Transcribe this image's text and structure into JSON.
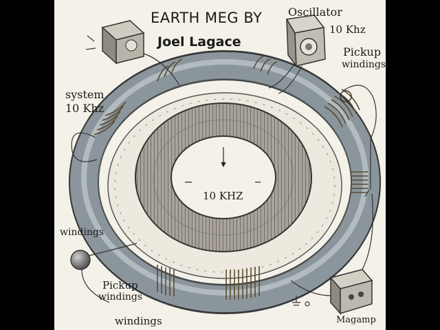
{
  "diagram": {
    "title_line1": "EARTH MEG BY",
    "title_line2": "Joel Lagace",
    "labels": {
      "oscillator": "Oscillator",
      "oscillator_freq": "10 Khz",
      "pickup_top_1": "Pickup",
      "pickup_top_2": "windings",
      "system_1": "system",
      "system_2": "10 Khz",
      "center_freq": "10 KHZ",
      "windings_left": "windings",
      "pickup_bottom_1": "Pickup",
      "pickup_bottom_2": "windings",
      "windings_bottom": "windings",
      "magamp": "Magamp"
    },
    "components": [
      "outer-toroid-ring",
      "inner-toroid-coil",
      "oscillator-box",
      "magamp-box",
      "top-left-device",
      "ground-ball"
    ],
    "colors": {
      "background": "#f4f1e8",
      "frame": "#000000",
      "steel": "#8b969c",
      "copper": "#a8926e",
      "ink": "#1a1a1a"
    }
  }
}
